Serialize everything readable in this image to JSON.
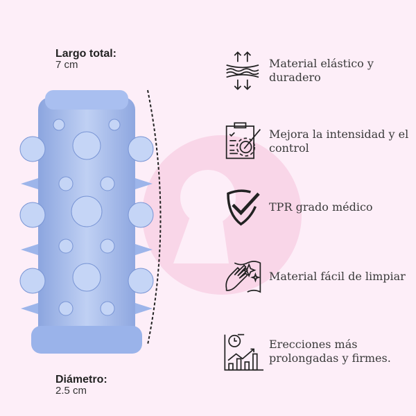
{
  "dimensions": {
    "length_label": "Largo total:",
    "length_value": "7 cm",
    "diameter_label": "Diámetro:",
    "diameter_value": "2.5 cm"
  },
  "features": [
    {
      "icon": "stretch-arrows-icon",
      "text": "Material elástico y duradero"
    },
    {
      "icon": "clipboard-gear-icon",
      "text": "Mejora la intensidad y el control"
    },
    {
      "icon": "shield-check-icon",
      "text": "TPR grado médico"
    },
    {
      "icon": "hand-wipe-sparkle-icon",
      "text": "Material fácil de limpiar"
    },
    {
      "icon": "stopwatch-growth-chart-icon",
      "text": "Erecciones más prolongadas y firmes."
    }
  ],
  "colors": {
    "background": "#fdeef8",
    "watermark": "#f9d3e6",
    "product": "#9fb7ea"
  }
}
